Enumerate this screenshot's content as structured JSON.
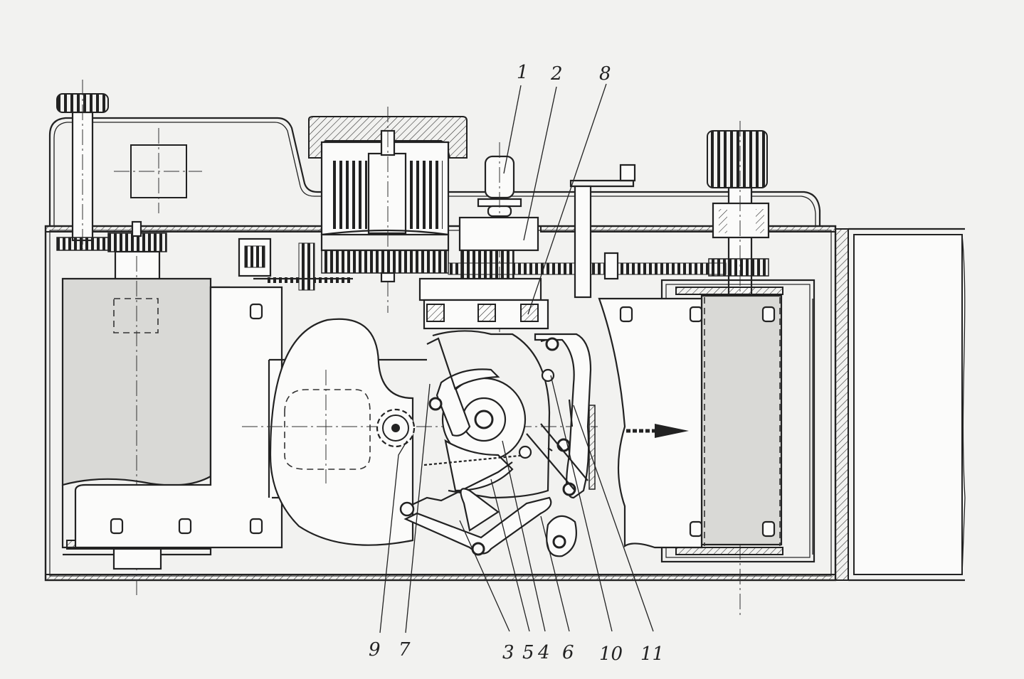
{
  "callouts": {
    "top": [
      "1",
      "2",
      "8"
    ],
    "bottom": [
      "9",
      "7",
      "3",
      "5",
      "4",
      "6",
      "10",
      "11"
    ]
  }
}
